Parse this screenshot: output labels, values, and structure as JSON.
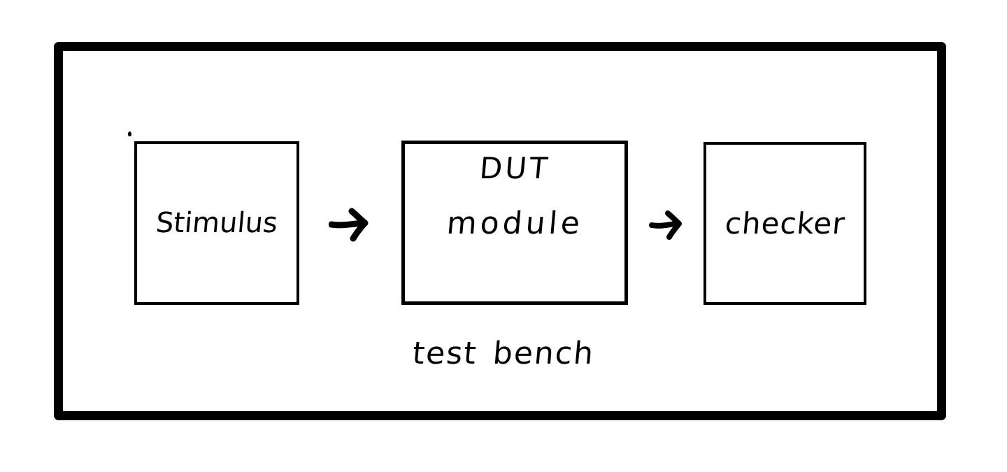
{
  "diagram": {
    "type": "block-diagram",
    "title": "test bench",
    "style": "hand-drawn whiteboard sketch",
    "colors": {
      "ink": "#000000",
      "background": "#ffffff"
    },
    "frame": {
      "name": "test bench",
      "caption_word_1": "test",
      "caption_word_2": "bench"
    },
    "blocks": [
      {
        "id": "stimulus",
        "label": "Stimulus",
        "lines": [
          "Stimulus"
        ]
      },
      {
        "id": "dut",
        "label": "DUT module",
        "lines": [
          "DUT",
          "module"
        ],
        "line1": "DUT",
        "line2": "module"
      },
      {
        "id": "checker",
        "label": "checker",
        "lines": [
          "checker"
        ]
      }
    ],
    "connections": [
      {
        "id": "stimulus-to-dut",
        "from": "stimulus",
        "to": "dut",
        "glyph": "arrow-right"
      },
      {
        "id": "dut-to-checker",
        "from": "dut",
        "to": "checker",
        "glyph": "arrow-right"
      }
    ]
  }
}
